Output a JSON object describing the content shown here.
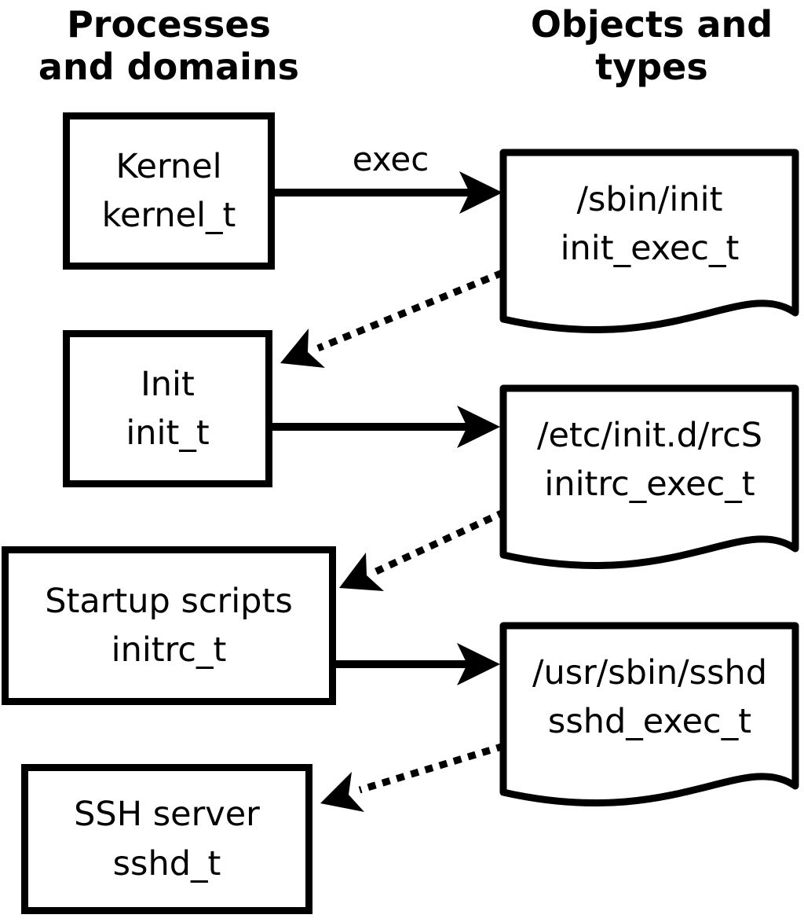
{
  "diagram": {
    "title_left": "Processes\nand domains",
    "title_right": "Objects and\ntypes",
    "exec_label": "exec",
    "processes": [
      {
        "name": "Kernel",
        "domain": "kernel_t"
      },
      {
        "name": "Init",
        "domain": "init_t"
      },
      {
        "name": "Startup scripts",
        "domain": "initrc_t"
      },
      {
        "name": "SSH server",
        "domain": "sshd_t"
      }
    ],
    "objects": [
      {
        "path": "/sbin/init",
        "type": "init_exec_t"
      },
      {
        "path": "/etc/init.d/rcS",
        "type": "initrc_exec_t"
      },
      {
        "path": "/usr/sbin/sshd",
        "type": "sshd_exec_t"
      }
    ],
    "colors": {
      "foreground": "#000000",
      "background": "#ffffff"
    }
  }
}
